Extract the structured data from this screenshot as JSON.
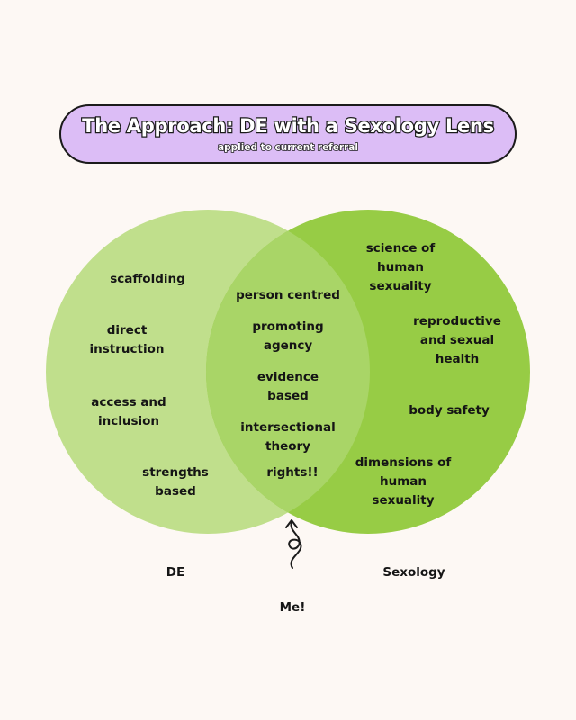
{
  "title": {
    "main": "The Approach: DE with a Sexology Lens",
    "subtitle": "applied to current referral"
  },
  "colors": {
    "background": "#fdf8f4",
    "pill_fill": "#dcbdf6",
    "de_circle": "#c0df8c",
    "sexology_circle": "#97cc45",
    "overlap": "#a9d567",
    "outline": "#1b1b1b"
  },
  "venn": {
    "left": {
      "name": "DE",
      "items": [
        "scaffolding",
        "direct\ninstruction",
        "access and\ninclusion",
        "strengths\nbased"
      ]
    },
    "right": {
      "name": "Sexology",
      "items": [
        "science of\nhuman\nsexuality",
        "reproductive\nand sexual\nhealth",
        "body safety",
        "dimensions of\nhuman\nsexuality"
      ]
    },
    "overlap": {
      "items": [
        "person centred",
        "promoting\nagency",
        "evidence\nbased",
        "intersectional\ntheory",
        "rights!!"
      ]
    },
    "pointer_label": "Me!"
  }
}
